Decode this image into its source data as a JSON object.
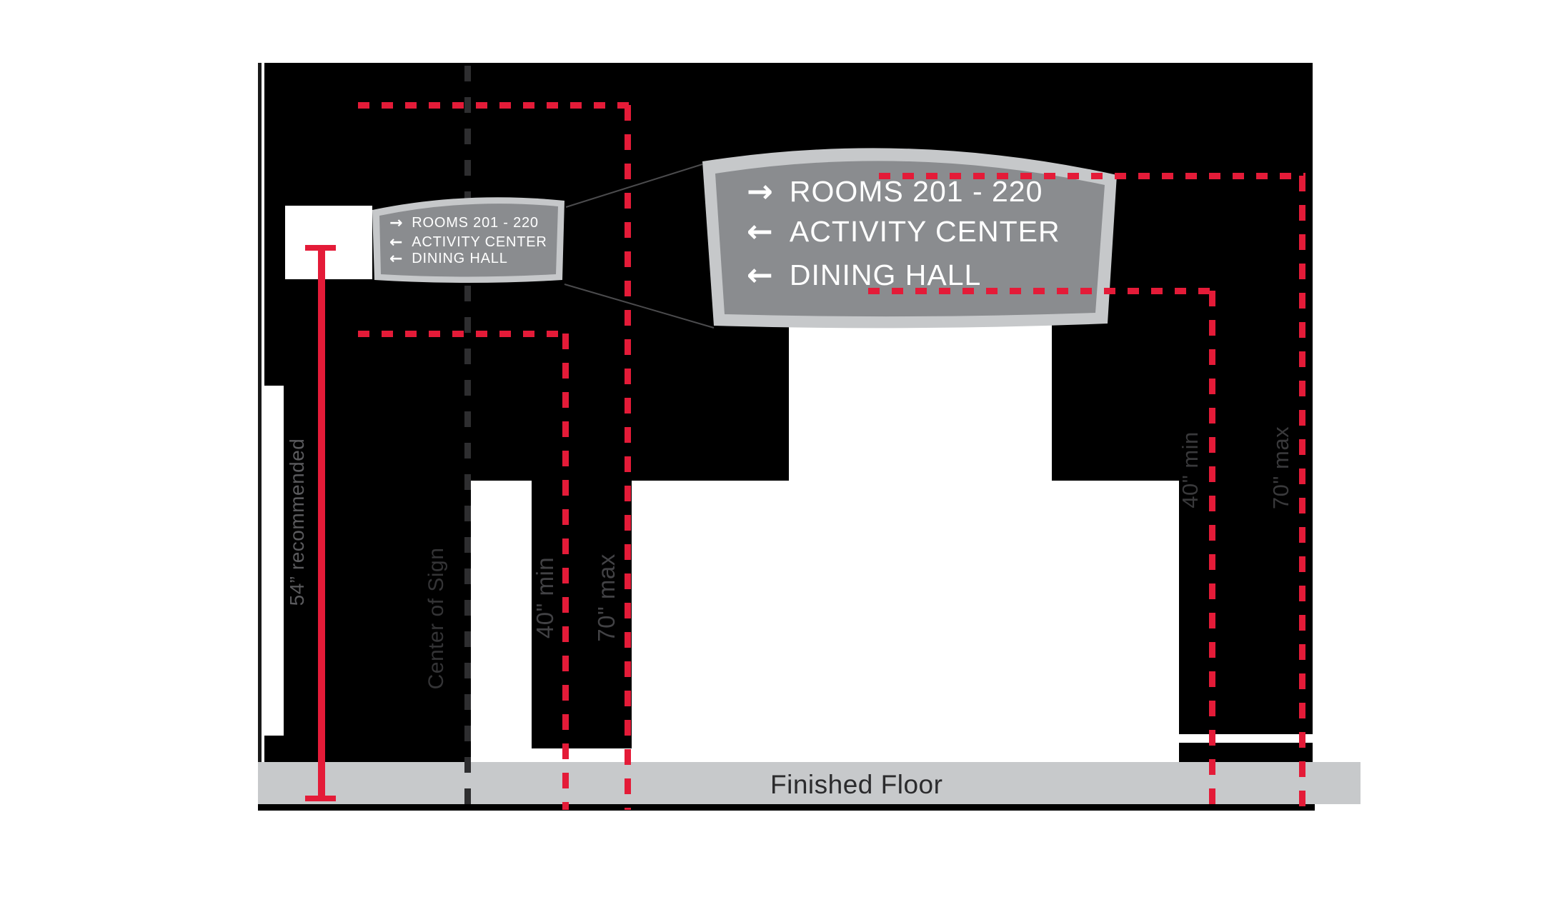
{
  "diagram_title": "sign-mounting-height-diagram",
  "sign": {
    "lines": [
      {
        "arrow": "→",
        "label": "ROOMS 201 - 220"
      },
      {
        "arrow": "←",
        "label": "ACTIVITY CENTER"
      },
      {
        "arrow": "←",
        "label": "DINING HALL"
      }
    ]
  },
  "dimensions": {
    "recommended_label": "54” recommended",
    "center_label": "Center of Sign",
    "min_label_left": "40\" min",
    "max_label_left": "70\" max",
    "min_label_right": "40\" min",
    "max_label_right": "70\" max"
  },
  "floor_label": "Finished Floor",
  "colors": {
    "accent_red": "#e41b38",
    "wall_black": "#000000",
    "floor_silver": "#c7c9cb",
    "sign_frame_silver": "#c6c8ca",
    "sign_panel_gray": "#8a8c8f",
    "label_gray": "#4a4a4d",
    "sign_text": "#ffffff"
  }
}
